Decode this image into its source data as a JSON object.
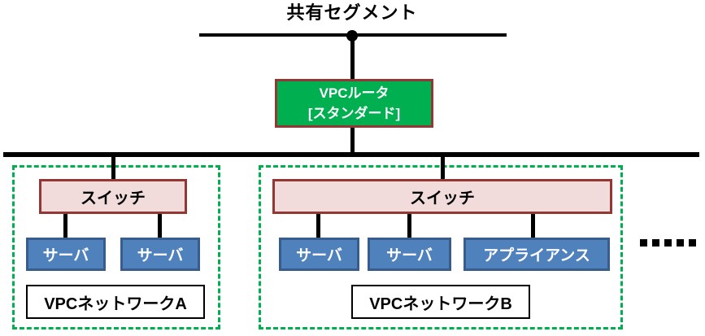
{
  "diagram": {
    "shared_segment_label": "共有セグメント",
    "router": {
      "line1": "VPCルータ",
      "line2": "[スタンダード]"
    },
    "networks": [
      {
        "name": "VPCネットワークA",
        "switch_label": "スイッチ",
        "devices": [
          "サーバ",
          "サーバ"
        ]
      },
      {
        "name": "VPCネットワークB",
        "switch_label": "スイッチ",
        "devices": [
          "サーバ",
          "サーバ",
          "アプライアンス"
        ]
      }
    ],
    "ellipsis_dots": 5,
    "colors": {
      "router_fill": "#00B050",
      "box_border": "#943634",
      "switch_fill": "#F2DCDB",
      "device_fill": "#4F81BD",
      "device_border": "#385D8A",
      "network_border": "#00B050",
      "line_color": "#000000"
    }
  }
}
